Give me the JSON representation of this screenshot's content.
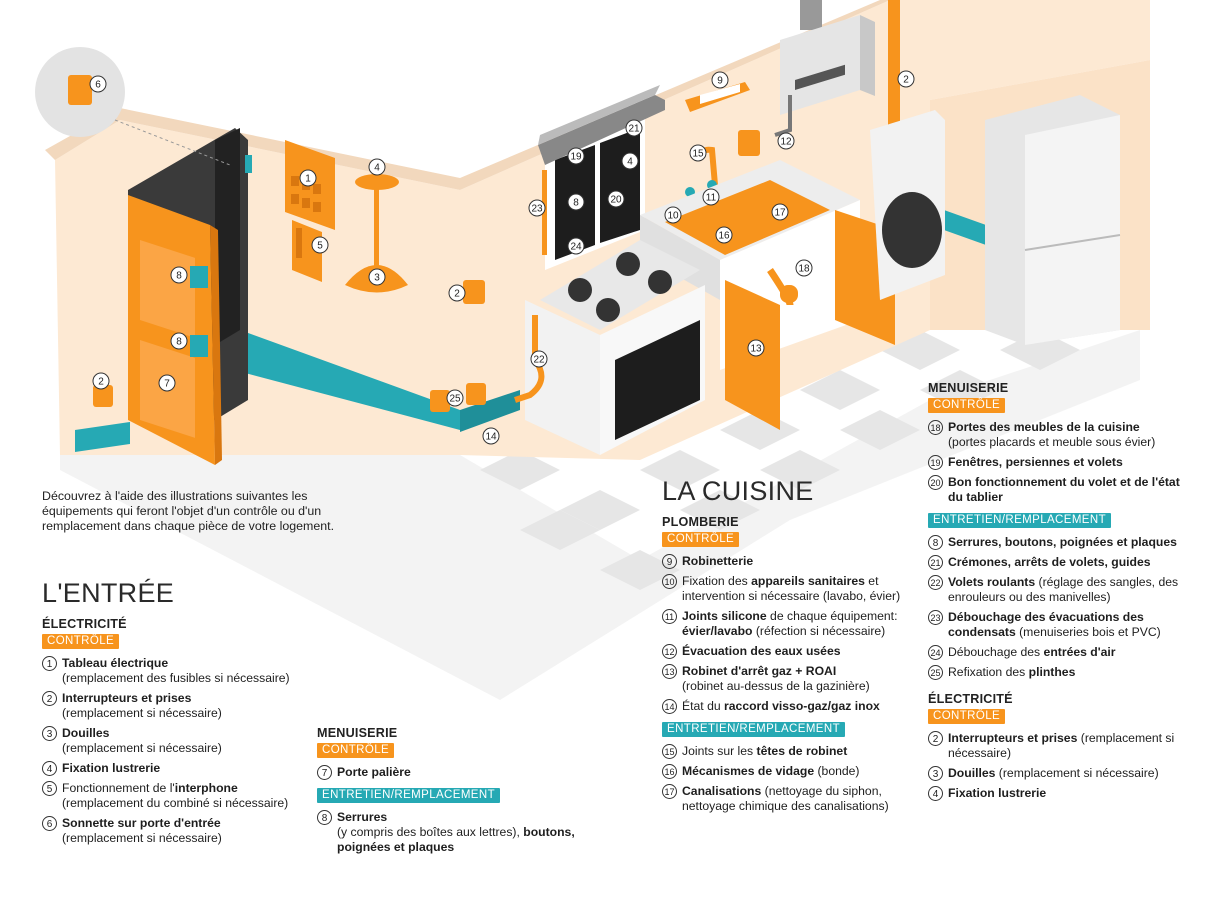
{
  "intro": "Découvrez à l'aide des illustrations suivantes les équipements qui feront l'objet d'un contrôle ou d'un remplacement dans chaque pièce de votre logement.",
  "entree": {
    "title": "L'ENTRÉE",
    "electricite": {
      "heading": "ÉLECTRICITÉ",
      "controle_tag": "CONTRÔLE",
      "items": [
        {
          "n": "1",
          "bold": "Tableau électrique",
          "rest": "(remplacement des fusibles si nécessaire)"
        },
        {
          "n": "2",
          "bold": "Interrupteurs et prises",
          "rest": "(remplacement si nécessaire)"
        },
        {
          "n": "3",
          "bold": "Douilles",
          "rest": "(remplacement si nécessaire)"
        },
        {
          "n": "4",
          "bold": "Fixation lustrerie",
          "rest": ""
        },
        {
          "n": "5",
          "pre": "Fonctionnement de l'",
          "bold": "interphone",
          "rest": "(remplacement du combiné si nécessaire)"
        },
        {
          "n": "6",
          "bold": "Sonnette sur porte d'entrée",
          "rest": "(remplacement si nécessaire)"
        }
      ]
    },
    "menuiserie": {
      "heading": "MENUISERIE",
      "controle_tag": "CONTRÔLE",
      "controle_items": [
        {
          "n": "7",
          "bold": "Porte palière",
          "rest": ""
        }
      ],
      "entretien_tag": "ENTRETIEN/REMPLACEMENT",
      "entretien_items": [
        {
          "n": "8",
          "bold": "Serrures",
          "rest": "(y compris des boîtes aux lettres), ",
          "bold2": "boutons, poignées et plaques"
        }
      ]
    }
  },
  "cuisine": {
    "title": "LA CUISINE",
    "plomberie": {
      "heading": "PLOMBERIE",
      "controle_tag": "CONTRÔLE",
      "controle_items": [
        {
          "n": "9",
          "bold": "Robinetterie",
          "rest": ""
        },
        {
          "n": "10",
          "pre": "Fixation des ",
          "bold": "appareils sanitaires",
          "rest": " et intervention si nécessaire (lavabo, évier)"
        },
        {
          "n": "11",
          "bold": "Joints silicone",
          "rest": " de chaque équipement: ",
          "bold2": "évier/lavabo",
          "rest2": " (réfection si nécessaire)"
        },
        {
          "n": "12",
          "bold": "Évacuation des eaux usées",
          "rest": ""
        },
        {
          "n": "13",
          "bold": "Robinet d'arrêt gaz + ROAI",
          "rest": "(robinet au-dessus de la gazinière)"
        },
        {
          "n": "14",
          "pre": "État du ",
          "bold": "raccord visso-gaz/gaz inox",
          "rest": ""
        }
      ],
      "entretien_tag": "ENTRETIEN/REMPLACEMENT",
      "entretien_items": [
        {
          "n": "15",
          "pre": "Joints sur les ",
          "bold": "têtes de robinet",
          "rest": ""
        },
        {
          "n": "16",
          "bold": "Mécanismes de vidage",
          "rest": " (bonde)"
        },
        {
          "n": "17",
          "bold": "Canalisations",
          "rest": " (nettoyage du siphon, nettoyage chimique des canalisations)"
        }
      ]
    },
    "menuiserie": {
      "heading": "MENUISERIE",
      "controle_tag": "CONTRÔLE",
      "controle_items": [
        {
          "n": "18",
          "bold": "Portes des meubles de la cuisine",
          "rest": "(portes placards et meuble sous évier)"
        },
        {
          "n": "19",
          "bold": "Fenêtres, persiennes et volets",
          "rest": ""
        },
        {
          "n": "20",
          "bold": "Bon fonctionnement du volet et de l'état du tablier",
          "rest": ""
        }
      ],
      "entretien_tag": "ENTRETIEN/REMPLACEMENT",
      "entretien_items": [
        {
          "n": "8",
          "bold": "Serrures, boutons, poignées et plaques",
          "rest": ""
        },
        {
          "n": "21",
          "bold": "Crémones, arrêts de volets, guides",
          "rest": ""
        },
        {
          "n": "22",
          "bold": "Volets roulants",
          "rest": " (réglage des sangles, des enrouleurs ou des manivelles)"
        },
        {
          "n": "23",
          "bold": "Débouchage des évacuations des condensats",
          "rest": " (menuiseries bois et PVC)"
        },
        {
          "n": "24",
          "pre": "Débouchage des ",
          "bold": "entrées d'air",
          "rest": ""
        },
        {
          "n": "25",
          "pre": "Refixation des ",
          "bold": "plinthes",
          "rest": ""
        }
      ]
    },
    "electricite": {
      "heading": "ÉLECTRICITÉ",
      "controle_tag": "CONTRÔLE",
      "items": [
        {
          "n": "2",
          "bold": "Interrupteurs et prises",
          "rest": " (remplacement si nécessaire)"
        },
        {
          "n": "3",
          "bold": "Douilles",
          "rest": " (remplacement si nécessaire)"
        },
        {
          "n": "4",
          "bold": "Fixation lustrerie",
          "rest": ""
        }
      ]
    }
  },
  "callouts": [
    "6",
    "1",
    "4",
    "5",
    "3",
    "8",
    "8",
    "2",
    "7",
    "2",
    "25",
    "14",
    "22",
    "23",
    "24",
    "19",
    "8",
    "20",
    "21",
    "4",
    "9",
    "15",
    "11",
    "10",
    "16",
    "17",
    "18",
    "13",
    "12",
    "2"
  ],
  "colors": {
    "orange": "#f7941d",
    "teal": "#26a9b4",
    "wall": "#fde9d3",
    "floor": "#f2f2f2"
  }
}
